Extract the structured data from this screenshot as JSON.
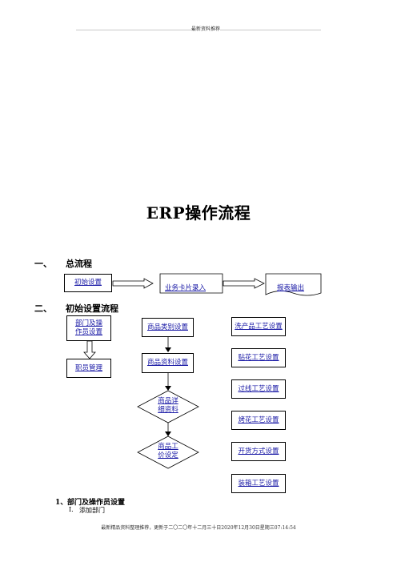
{
  "header": {
    "text": "………………………………………………………………最新资料推荐………………………………………………………"
  },
  "title": "ERP操作流程",
  "sections": {
    "s1": {
      "num": "一、",
      "label": "总流程"
    },
    "s2": {
      "num": "二、",
      "label": "初始设置流程"
    }
  },
  "overall_flow": {
    "initial_setup": "初始设置",
    "business_card_entry": "业务卡片录入",
    "report_output": "报表输出"
  },
  "setup_flow": {
    "dept_operator_line1": "部门及操",
    "dept_operator_line2": "作员设置",
    "staff_management": "职员管理",
    "product_category": "商品类别设置",
    "product_data": "商品资料设置",
    "product_detail_line1": "商品详",
    "product_detail_line2": "细资料",
    "product_price_line1": "商品工",
    "product_price_line2": "价设定",
    "wash_process": "洗产品工艺设置",
    "sticker_process": "贴花工艺设置",
    "line_process": "过线工艺设置",
    "bake_process": "烤花工艺设置",
    "invoice_method": "开货方式设置",
    "packing_process": "装箱工艺设置"
  },
  "subsection": {
    "num": "1、",
    "label": "部门及操作员设置"
  },
  "list_item": {
    "marker": "I.",
    "text": "添加部门"
  },
  "footer": {
    "text": "最新精品资料整理推荐，更新于二〇二〇年十二月三十日2020年12月30日星期三07:14:54"
  }
}
